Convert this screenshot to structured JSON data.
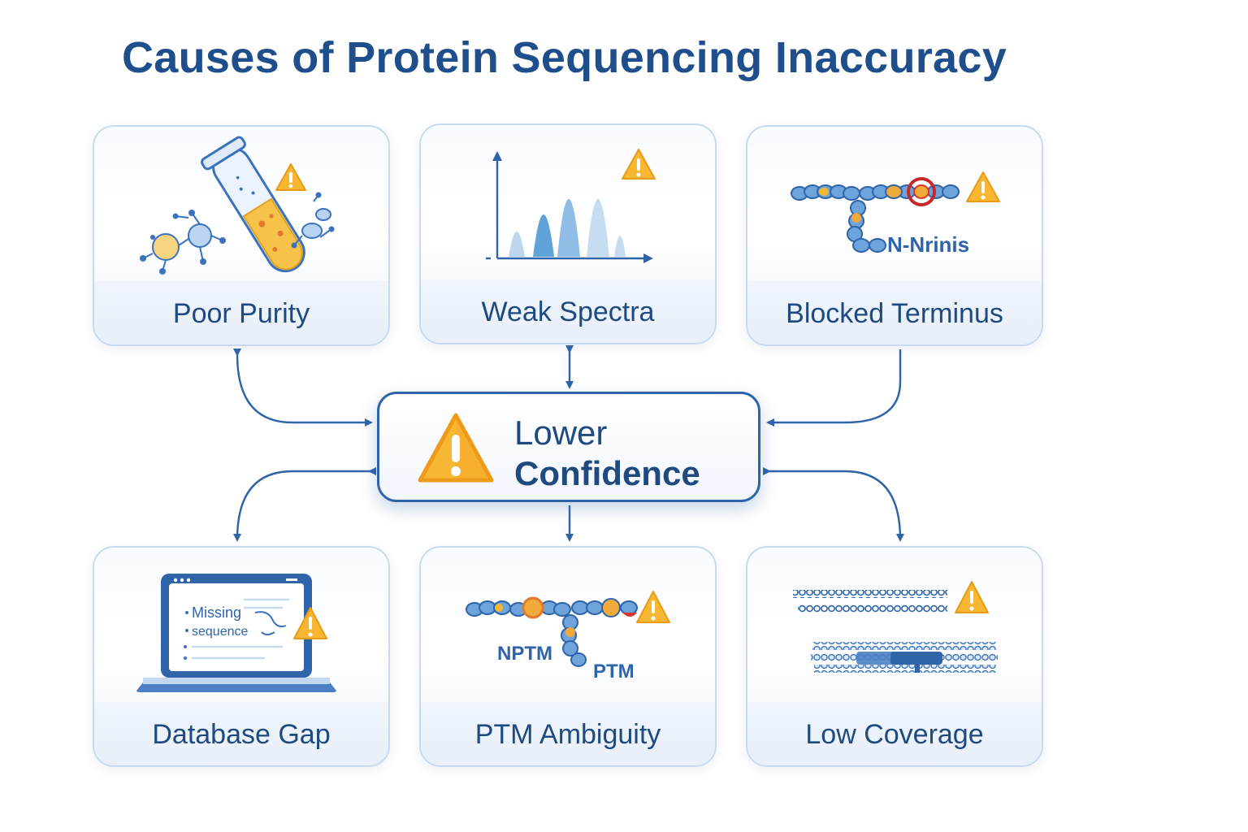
{
  "title": "Causes of Protein Sequencing Inaccuracy",
  "center": {
    "line1": "Lower",
    "line2": "Confidence"
  },
  "cards": [
    {
      "label": "Poor Purity",
      "icon": "test-tube-contamination-icon"
    },
    {
      "label": "Weak Spectra",
      "icon": "mass-spectrum-icon"
    },
    {
      "label": "Blocked Terminus",
      "icon": "peptide-chain-icon",
      "annotation": "N-Nrinis"
    },
    {
      "label": "Database Gap",
      "icon": "laptop-icon",
      "screen_line1": "Missing",
      "screen_line2": "sequence"
    },
    {
      "label": "PTM Ambiguity",
      "icon": "peptide-chain-icon",
      "annotation1": "NPTM",
      "annotation2": "PTM"
    },
    {
      "label": "Low Coverage",
      "icon": "sequence-strands-icon"
    }
  ],
  "colors": {
    "title": "#1f4e8c",
    "accent": "#2f64a8",
    "warning": "#f7b733",
    "node": "#6fa3dc",
    "highlight": "#e8872b",
    "blocked": "#c62828"
  }
}
